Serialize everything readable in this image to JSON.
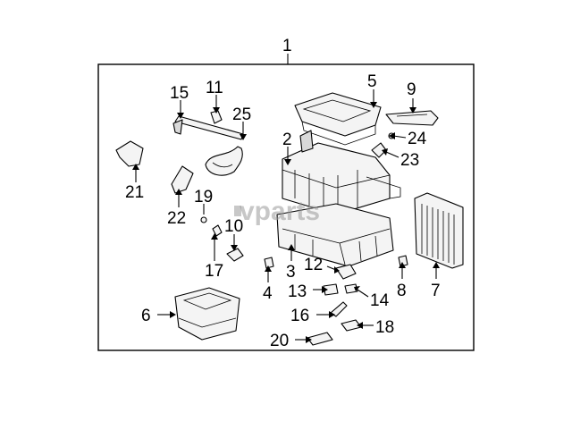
{
  "watermark": "vparts",
  "callouts": {
    "c1": "1",
    "c2": "2",
    "c3": "3",
    "c4": "4",
    "c5": "5",
    "c6": "6",
    "c7": "7",
    "c8": "8",
    "c9": "9",
    "c10": "10",
    "c11": "11",
    "c12": "12",
    "c13": "13",
    "c14": "14",
    "c15": "15",
    "c16": "16",
    "c17": "17",
    "c18": "18",
    "c19": "19",
    "c20": "20",
    "c21": "21",
    "c22": "22",
    "c23": "23",
    "c24": "24",
    "c25": "25"
  }
}
